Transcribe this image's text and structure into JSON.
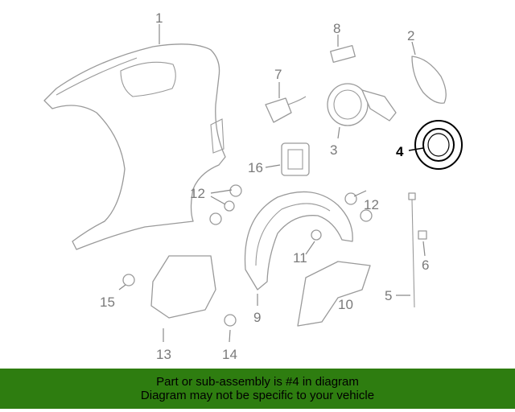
{
  "diagram": {
    "callouts": [
      {
        "id": "1",
        "label": "1"
      },
      {
        "id": "2",
        "label": "2"
      },
      {
        "id": "3",
        "label": "3"
      },
      {
        "id": "4",
        "label": "4"
      },
      {
        "id": "5",
        "label": "5"
      },
      {
        "id": "6",
        "label": "6"
      },
      {
        "id": "7",
        "label": "7"
      },
      {
        "id": "8",
        "label": "8"
      },
      {
        "id": "9",
        "label": "9"
      },
      {
        "id": "10",
        "label": "10"
      },
      {
        "id": "11",
        "label": "11"
      },
      {
        "id": "12a",
        "label": "12"
      },
      {
        "id": "12b",
        "label": "12"
      },
      {
        "id": "13",
        "label": "13"
      },
      {
        "id": "14",
        "label": "14"
      },
      {
        "id": "15",
        "label": "15"
      },
      {
        "id": "16",
        "label": "16"
      }
    ],
    "highlighted_part": "4",
    "highlight_color": "#000000",
    "part_line_color": "#9a9a9a"
  },
  "banner": {
    "line1": "Part or sub-assembly is #4 in diagram",
    "line2": "Diagram may not be specific to your vehicle",
    "background": "#2e7d10"
  }
}
